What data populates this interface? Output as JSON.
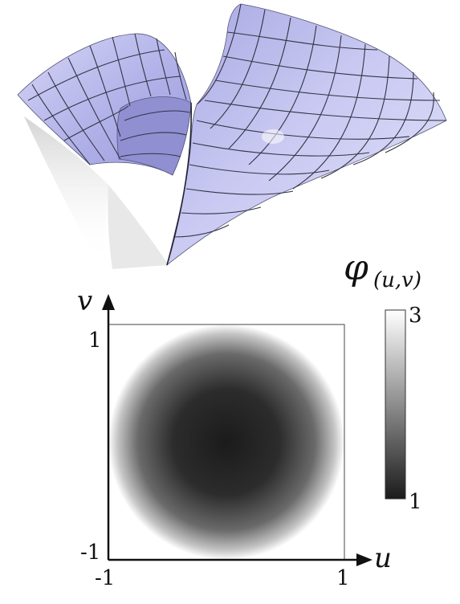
{
  "colorbar": {
    "title_symbol": "φ",
    "title_subscript": "(u,v)",
    "max_label": "3",
    "min_label": "1",
    "range": [
      1,
      3
    ]
  },
  "axes": {
    "x_label": "u",
    "y_label": "v",
    "x_tick_min": "-1",
    "x_tick_max": "1",
    "y_tick_min": "-1",
    "y_tick_max": "1",
    "domain": [
      -1,
      1
    ]
  },
  "colors": {
    "surface": "#b9b9ee",
    "surface_shadow": "#8a8ad0",
    "grid_lines": "#333344",
    "heatmap_low": "#1b1b1b",
    "heatmap_high": "#ffffff"
  }
}
